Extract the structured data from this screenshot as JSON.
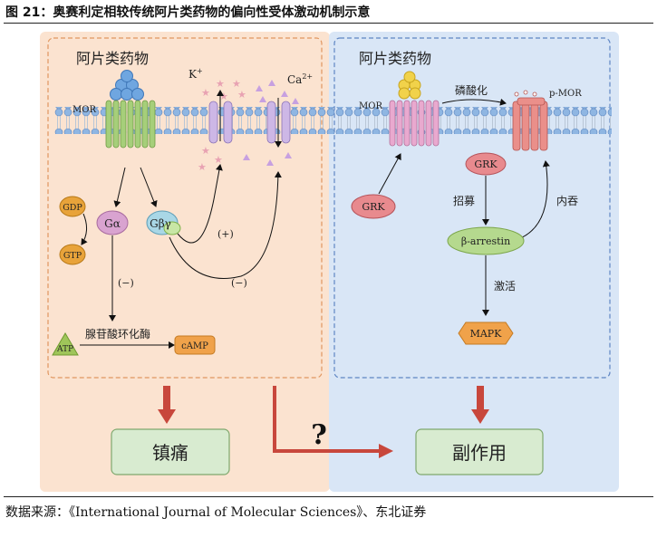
{
  "figure": {
    "title": "图 21：奥赛利定相较传统阿片类药物的偏向性受体激动机制示意",
    "source": "数据来源：《International Journal of Molecular Sciences》、东北证券"
  },
  "left_panel": {
    "heading": "阿片类药物",
    "receptor": "MOR",
    "k_label": "K",
    "k_sup": "+",
    "ca_label": "Ca",
    "ca_sup": "2+",
    "gdp": "GDP",
    "gtp": "GTP",
    "g_alpha": "Gα",
    "g_beta_gamma": "Gβγ",
    "plus": "(+)",
    "minus_1": "(−)",
    "minus_2": "(−)",
    "atp": "ATP",
    "enzyme": "腺苷酸环化酶",
    "camp": "cAMP",
    "outcome": "镇痛"
  },
  "right_panel": {
    "heading": "阿片类药物",
    "receptor": "MOR",
    "phos": "磷酸化",
    "p_mor": "p-MOR",
    "grk_free": "GRK",
    "grk_bound": "GRK",
    "recruit": "招募",
    "intern": "内吞",
    "arrestin": "β-arrestin",
    "activate": "激活",
    "mapk": "MAPK",
    "outcome": "副作用"
  },
  "question": "?",
  "colors": {
    "left_bg": "#fbe3d0",
    "right_bg": "#d9e6f6",
    "outcome_box": "#d8ebd0",
    "arrow_red": "#c8473c",
    "receptor_green": "#a6cf7a",
    "receptor_pink": "#e9a9cf",
    "p_mor_red": "#ea8f8a",
    "grk": "#e88a8e",
    "arrestin": "#b5d98e",
    "mapk": "#f0a24a",
    "g_alpha": "#d9a3d0",
    "g_beta_gamma": "#a9d7e6",
    "gdp": "#e8a33a",
    "atp": "#9fc55a",
    "k_ion": "#e8a2b2",
    "ca_ion": "#c7a0e0",
    "ligand_blue": "#6fa6e0",
    "ligand_yellow": "#f1d24a"
  }
}
